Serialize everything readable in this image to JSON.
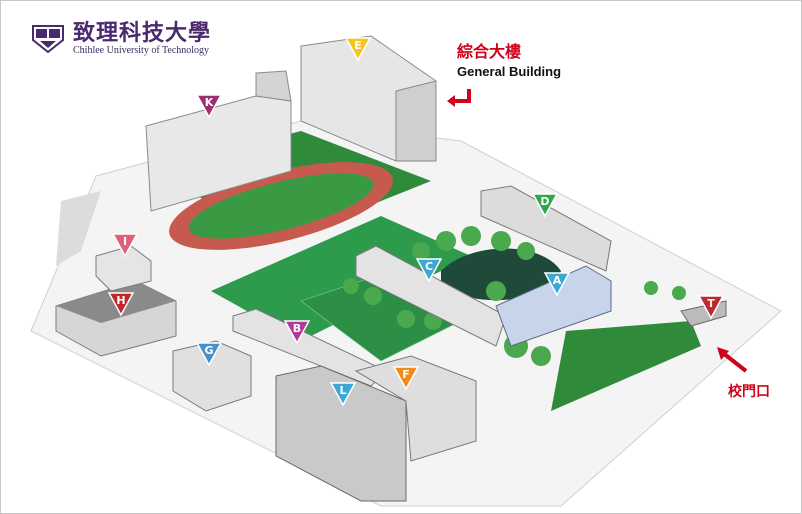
{
  "logo": {
    "chinese": "致理科技大學",
    "english": "Chihlee University of Technology",
    "emblem_icon": "university-seal-icon"
  },
  "callout": {
    "chinese": "綜合大樓",
    "english": "General Building",
    "color": "#d0021b",
    "arrow_icon": "curved-arrow-icon"
  },
  "gate": {
    "label": "校門口",
    "arrow_icon": "arrow-pointer-icon"
  },
  "buildings": [
    {
      "letter": "A",
      "color": "#3ba9d3"
    },
    {
      "letter": "B",
      "color": "#b0399a"
    },
    {
      "letter": "C",
      "color": "#3ba9d3"
    },
    {
      "letter": "D",
      "color": "#2ea84a"
    },
    {
      "letter": "E",
      "color": "#f5c518"
    },
    {
      "letter": "F",
      "color": "#f08a1c"
    },
    {
      "letter": "G",
      "color": "#4a8fc8"
    },
    {
      "letter": "H",
      "color": "#c0282d"
    },
    {
      "letter": "I",
      "color": "#e0607a"
    },
    {
      "letter": "K",
      "color": "#9c2f6e"
    },
    {
      "letter": "L",
      "color": "#3ba9d3"
    },
    {
      "letter": "T",
      "color": "#c0282d"
    }
  ]
}
